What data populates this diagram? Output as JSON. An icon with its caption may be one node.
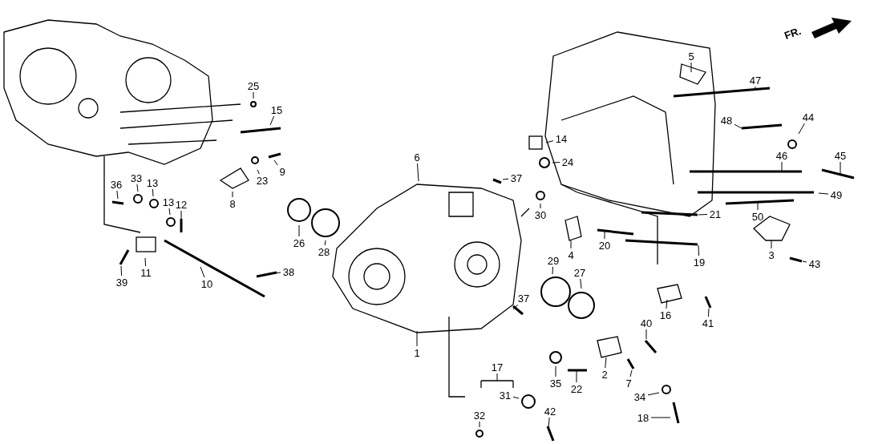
{
  "diagram": {
    "nodes": [
      {
        "text": [
          "25"
        ]
      },
      {
        "text": [
          "15"
        ]
      },
      {
        "text": [
          "9"
        ]
      },
      {
        "text": [
          "23"
        ]
      },
      {
        "text": [
          "8"
        ]
      },
      {
        "text": [
          "36"
        ]
      },
      {
        "text": [
          "33"
        ]
      },
      {
        "text": [
          "13"
        ]
      },
      {
        "text": [
          "13"
        ]
      },
      {
        "text": [
          "12"
        ]
      },
      {
        "text": [
          "39"
        ]
      },
      {
        "text": [
          "11"
        ]
      },
      {
        "text": [
          "10"
        ]
      },
      {
        "text": [
          "38"
        ]
      },
      {
        "text": [
          "14"
        ]
      },
      {
        "text": [
          "24"
        ]
      },
      {
        "text": [
          "6"
        ]
      },
      {
        "text": [
          "37"
        ]
      },
      {
        "text": [
          "26"
        ]
      },
      {
        "text": [
          "28"
        ]
      },
      {
        "text": [
          "30"
        ]
      },
      {
        "text": [
          "29"
        ]
      },
      {
        "text": [
          "27"
        ]
      },
      {
        "text": [
          "37"
        ]
      },
      {
        "text": [
          "1"
        ]
      },
      {
        "text": [
          "17"
        ]
      },
      {
        "text": [
          "32"
        ]
      },
      {
        "text": [
          "31"
        ]
      },
      {
        "text": [
          "35"
        ]
      },
      {
        "text": [
          "22"
        ]
      },
      {
        "text": [
          "2"
        ]
      },
      {
        "text": [
          "7"
        ]
      },
      {
        "text": [
          "40"
        ]
      },
      {
        "text": [
          "34"
        ]
      },
      {
        "text": [
          "18"
        ]
      },
      {
        "text": [
          "42"
        ]
      },
      {
        "text": [
          "16"
        ]
      },
      {
        "text": [
          "41"
        ]
      },
      {
        "text": [
          "5"
        ]
      },
      {
        "text": [
          "47"
        ]
      },
      {
        "text": [
          "44"
        ]
      },
      {
        "text": [
          "48"
        ]
      },
      {
        "text": [
          "45"
        ]
      },
      {
        "text": [
          "46"
        ]
      },
      {
        "text": [
          "49"
        ]
      },
      {
        "text": [
          "50"
        ]
      },
      {
        "text": [
          "21"
        ]
      },
      {
        "text": [
          "20"
        ]
      },
      {
        "text": [
          "4"
        ]
      },
      {
        "text": [
          "19"
        ]
      },
      {
        "text": [
          "3"
        ]
      },
      {
        "text": [
          "43"
        ]
      }
    ],
    "edges": [
      {
        "from": 0,
        "to": null,
        "arrow": "none"
      },
      {
        "from": 1,
        "to": null,
        "arrow": "none"
      },
      {
        "from": 2,
        "to": null,
        "arrow": "none"
      },
      {
        "from": 3,
        "to": null,
        "arrow": "none"
      },
      {
        "from": 4,
        "to": null,
        "arrow": "none"
      },
      {
        "from": 5,
        "to": null,
        "arrow": "none"
      },
      {
        "from": 6,
        "to": null,
        "arrow": "none"
      },
      {
        "from": 7,
        "to": null,
        "arrow": "none"
      },
      {
        "from": 8,
        "to": null,
        "arrow": "none"
      },
      {
        "from": 9,
        "to": null,
        "arrow": "none"
      },
      {
        "from": 10,
        "to": null,
        "arrow": "none"
      },
      {
        "from": 11,
        "to": null,
        "arrow": "none"
      },
      {
        "from": 12,
        "to": null,
        "arrow": "none"
      },
      {
        "from": 13,
        "to": null,
        "arrow": "none"
      },
      {
        "from": 14,
        "to": null,
        "arrow": "none"
      },
      {
        "from": 15,
        "to": null,
        "arrow": "none"
      },
      {
        "from": 16,
        "to": null,
        "arrow": "none"
      },
      {
        "from": 17,
        "to": null,
        "arrow": "none"
      },
      {
        "from": 18,
        "to": null,
        "arrow": "none"
      },
      {
        "from": 19,
        "to": null,
        "arrow": "none"
      },
      {
        "from": 20,
        "to": null,
        "arrow": "none"
      },
      {
        "from": 21,
        "to": null,
        "arrow": "none"
      },
      {
        "from": 22,
        "to": null,
        "arrow": "none"
      },
      {
        "from": 23,
        "to": null,
        "arrow": "none"
      },
      {
        "from": 24,
        "to": null,
        "arrow": "none"
      },
      {
        "from": 25,
        "to": null,
        "arrow": "none"
      },
      {
        "from": 26,
        "to": null,
        "arrow": "none"
      },
      {
        "from": 27,
        "to": null,
        "arrow": "none"
      },
      {
        "from": 28,
        "to": null,
        "arrow": "none"
      },
      {
        "from": 29,
        "to": null,
        "arrow": "none"
      },
      {
        "from": 30,
        "to": null,
        "arrow": "none"
      },
      {
        "from": 31,
        "to": null,
        "arrow": "none"
      },
      {
        "from": 32,
        "to": null,
        "arrow": "none"
      },
      {
        "from": 33,
        "to": null,
        "arrow": "none"
      },
      {
        "from": 34,
        "to": null,
        "arrow": "none"
      },
      {
        "from": 35,
        "to": null,
        "arrow": "none"
      },
      {
        "from": 36,
        "to": null,
        "arrow": "none"
      },
      {
        "from": 37,
        "to": null,
        "arrow": "none"
      },
      {
        "from": 38,
        "to": null,
        "arrow": "none"
      },
      {
        "from": 39,
        "to": null,
        "arrow": "none"
      },
      {
        "from": 40,
        "to": null,
        "arrow": "none"
      },
      {
        "from": 41,
        "to": null,
        "arrow": "none"
      },
      {
        "from": 42,
        "to": null,
        "arrow": "none"
      },
      {
        "from": 43,
        "to": null,
        "arrow": "none"
      },
      {
        "from": 44,
        "to": null,
        "arrow": "none"
      },
      {
        "from": 45,
        "to": null,
        "arrow": "none"
      },
      {
        "from": 46,
        "to": null,
        "arrow": "none"
      },
      {
        "from": 47,
        "to": null,
        "arrow": "none"
      },
      {
        "from": 48,
        "to": null,
        "arrow": "none"
      },
      {
        "from": 49,
        "to": null,
        "arrow": "none"
      },
      {
        "from": 50,
        "to": null,
        "arrow": "none"
      },
      {
        "from": 51,
        "to": null,
        "arrow": "none"
      }
    ],
    "labels": [
      "FR."
    ]
  }
}
